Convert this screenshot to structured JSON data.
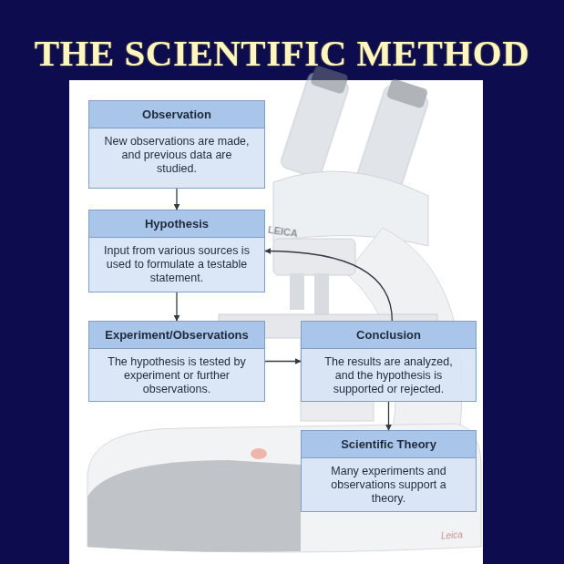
{
  "diagram": {
    "title": "THE SCIENTIFIC METHOD",
    "nodes": [
      {
        "text": [
          "Observation",
          "New observations are made, and previous data are studied."
        ]
      },
      {
        "text": [
          "Hypothesis",
          "Input from various sources is used to formulate a testable statement."
        ]
      },
      {
        "text": [
          "Experiment/Observations",
          "The hypothesis is tested by experiment or further observations."
        ]
      },
      {
        "text": [
          "Conclusion",
          "The results are analyzed, and the hypothesis is supported or rejected."
        ]
      },
      {
        "text": [
          "Scientific Theory",
          "Many experiments and observations support a theory."
        ]
      }
    ],
    "edges": [
      {
        "from": 0,
        "to": 1,
        "arrow": "to"
      },
      {
        "from": 1,
        "to": 2,
        "arrow": "to"
      },
      {
        "from": 2,
        "to": 3,
        "arrow": "to"
      },
      {
        "from": 3,
        "to": 1,
        "arrow": "to"
      },
      {
        "from": 3,
        "to": 4,
        "arrow": "to"
      }
    ],
    "labels": [
      "LEICA",
      "Leica"
    ]
  }
}
